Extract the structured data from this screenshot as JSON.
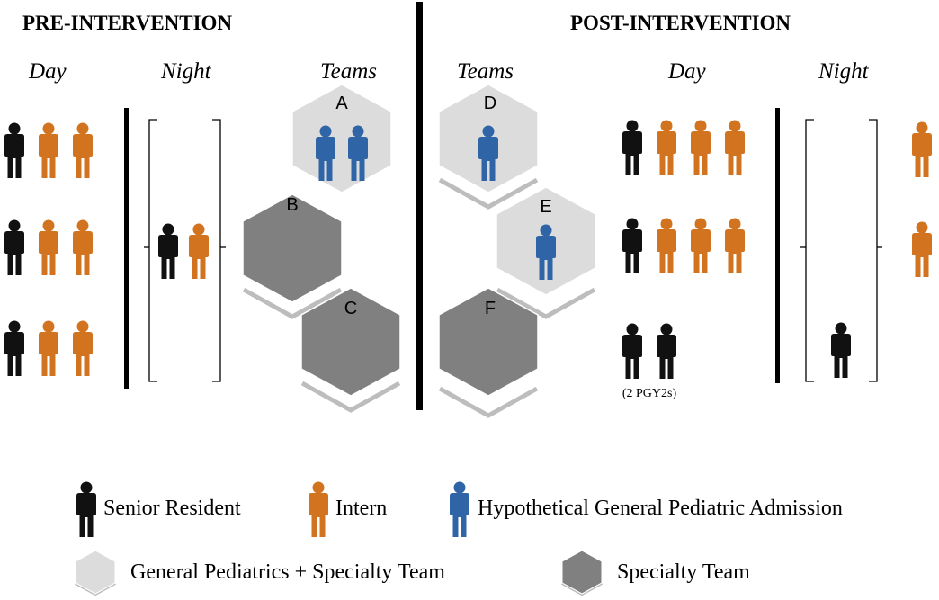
{
  "headings": {
    "pre": "PRE-INTERVENTION",
    "post": "POST-INTERVENTION"
  },
  "pre": {
    "day_label": "Day",
    "night_label": "Night",
    "teams_label": "Teams",
    "teams": [
      {
        "letter": "A",
        "kind": "general",
        "admissions": 2
      },
      {
        "letter": "B",
        "kind": "specialty",
        "admissions": 0
      },
      {
        "letter": "C",
        "kind": "specialty",
        "admissions": 0
      }
    ],
    "day_rows": [
      {
        "seniors": 1,
        "interns": 2
      },
      {
        "seniors": 1,
        "interns": 2
      },
      {
        "seniors": 1,
        "interns": 2
      }
    ],
    "night": {
      "seniors": 1,
      "interns": 1
    }
  },
  "post": {
    "teams_label": "Teams",
    "day_label": "Day",
    "night_label": "Night",
    "teams": [
      {
        "letter": "D",
        "kind": "general",
        "admissions": 1
      },
      {
        "letter": "E",
        "kind": "general",
        "admissions": 1
      },
      {
        "letter": "F",
        "kind": "specialty",
        "admissions": 0
      }
    ],
    "day_rows": [
      {
        "seniors": 1,
        "interns": 3
      },
      {
        "seniors": 1,
        "interns": 3
      },
      {
        "seniors": 2,
        "interns": 0
      }
    ],
    "day_note": "(2 PGY2s)",
    "night": {
      "interns": 2,
      "seniors": 1
    }
  },
  "legend": {
    "senior": "Senior Resident",
    "intern": "Intern",
    "admission": "Hypothetical General Pediatric Admission",
    "general_team": "General Pediatrics + Specialty Team",
    "specialty_team": "Specialty Team"
  },
  "colors": {
    "senior": "#111111",
    "intern": "#d2731f",
    "admission": "#2f64a6",
    "general_hex": "#dcdcdc",
    "specialty_hex": "#808080",
    "divider": "#000000"
  }
}
